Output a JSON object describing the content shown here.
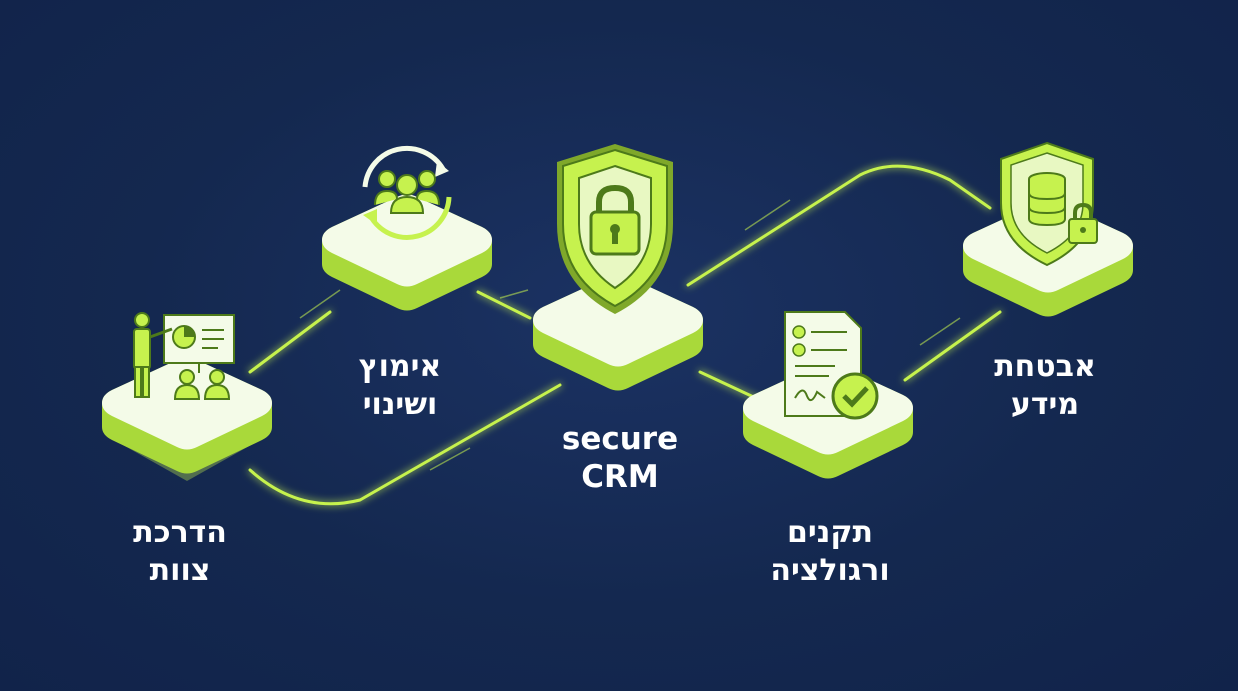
{
  "colors": {
    "background": "#152a52",
    "accent": "#c6f24e",
    "accent_dark": "#7fa82a",
    "tile_top": "#f4fbe8",
    "label": "#ffffff"
  },
  "nodes": [
    {
      "id": "team-training",
      "icon": "presentation-icon",
      "label_lines": [
        "הדרכת",
        "צוות"
      ]
    },
    {
      "id": "adoption-change",
      "icon": "team-cycle-icon",
      "label_lines": [
        "אימוץ",
        "ושינוי"
      ]
    },
    {
      "id": "secure-crm",
      "icon": "shield-lock-icon",
      "label_lines": [
        "secure",
        "CRM"
      ]
    },
    {
      "id": "standards-regulation",
      "icon": "certified-document-icon",
      "label_lines": [
        "תקנים",
        "ורגולציה"
      ]
    },
    {
      "id": "information-security",
      "icon": "database-shield-icon",
      "label_lines": [
        "אבטחת",
        "מידע"
      ]
    }
  ]
}
